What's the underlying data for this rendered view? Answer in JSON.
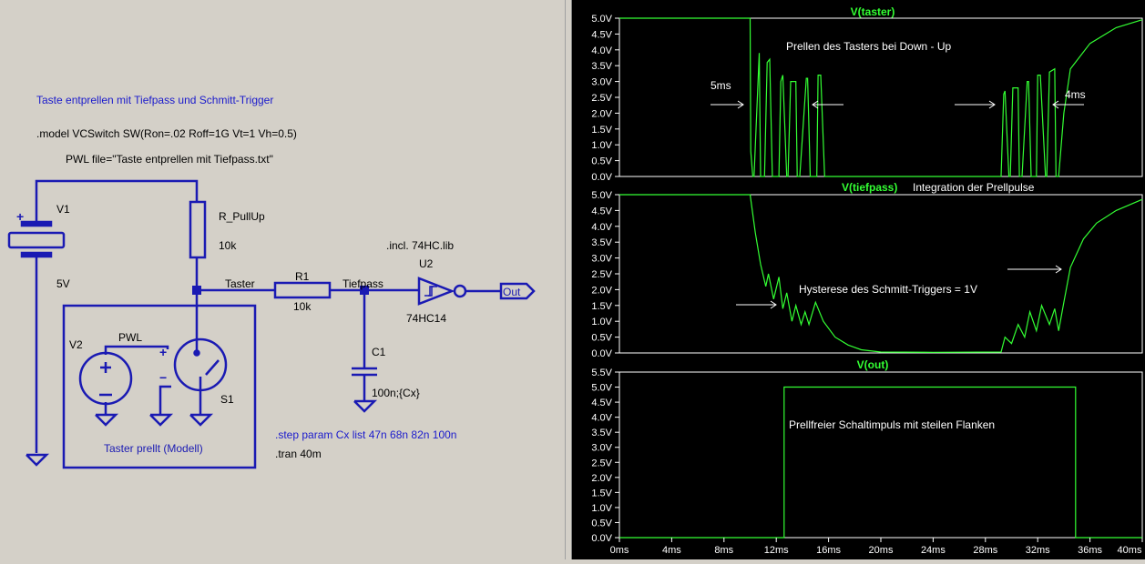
{
  "colors": {
    "schematic_bg": "#d4d0c8",
    "wire": "#1a1ab3",
    "label_text": "#000000",
    "comment_text": "#1a1acc",
    "plot_bg": "#000000",
    "trace": "#33ff33",
    "axis_text": "#ffffff"
  },
  "schematic": {
    "title_comment": "Taste entprellen mit Tiefpass und Schmitt-Trigger",
    "model_directive": ".model VCSwitch SW(Ron=.02 Roff=1G Vt=1 Vh=0.5)",
    "pwl_directive": "PWL file=\"Taste entprellen mit Tiefpass.txt\"",
    "incl_directive": ".incl. 74HC.lib",
    "step_directive": ".step param Cx list 47n 68n 82n 100n",
    "tran_directive": ".tran 40m",
    "V1": {
      "name": "V1",
      "value": "5V"
    },
    "R_PullUp": {
      "name": "R_PullUp",
      "value": "10k"
    },
    "R1": {
      "name": "R1",
      "value": "10k"
    },
    "C1": {
      "name": "C1",
      "value": "100n;{Cx}"
    },
    "U2": {
      "name": "U2",
      "value": "74HC14"
    },
    "V2": {
      "name": "V2",
      "value": "PWL"
    },
    "S1": {
      "name": "S1"
    },
    "net_taster": "Taster",
    "net_tiefpass": "Tiefpass",
    "port_out": "Out",
    "model_box_label": "Taster prellt (Modell)",
    "plus_sign": "+",
    "minus_sign": "−"
  },
  "waveforms": {
    "x_ticks": [
      "0ms",
      "4ms",
      "8ms",
      "12ms",
      "16ms",
      "20ms",
      "24ms",
      "28ms",
      "32ms",
      "36ms",
      "40ms"
    ],
    "x_range_ms": [
      0,
      40
    ],
    "panes": [
      {
        "title": "V(taster)",
        "title_extra": "",
        "y_ticks": [
          "5.0V",
          "4.5V",
          "4.0V",
          "3.5V",
          "3.0V",
          "2.5V",
          "2.0V",
          "1.5V",
          "1.0V",
          "0.5V",
          "0.0V"
        ],
        "y_range": [
          0,
          5
        ],
        "annotations": [
          "Prellen des Tasters bei Down - Up",
          "5ms",
          "4ms"
        ]
      },
      {
        "title": "V(tiefpass)",
        "title_extra": "Integration der Prellpulse",
        "y_ticks": [
          "5.0V",
          "4.5V",
          "4.0V",
          "3.5V",
          "3.0V",
          "2.5V",
          "2.0V",
          "1.5V",
          "1.0V",
          "0.5V",
          "0.0V"
        ],
        "y_range": [
          0,
          5
        ],
        "annotations": [
          "Hysterese des Schmitt-Triggers = 1V"
        ]
      },
      {
        "title": "V(out)",
        "title_extra": "",
        "y_ticks": [
          "5.5V",
          "5.0V",
          "4.5V",
          "4.0V",
          "3.5V",
          "3.0V",
          "2.5V",
          "2.0V",
          "1.5V",
          "1.0V",
          "0.5V",
          "0.0V"
        ],
        "y_range": [
          0,
          5.5
        ],
        "annotations": [
          "Prellfreier Schaltimpuls mit steilen Flanken"
        ]
      }
    ]
  },
  "chart_data": [
    {
      "type": "line",
      "title": "V(taster)",
      "xlabel": "",
      "ylabel": "",
      "xlim": [
        0,
        40
      ],
      "ylim": [
        0,
        5
      ],
      "series": [
        {
          "name": "V(taster)",
          "x": [
            0,
            10,
            10.05,
            10.2,
            10.3,
            10.7,
            10.8,
            11.1,
            11.3,
            11.5,
            11.7,
            12.2,
            12.35,
            12.5,
            12.8,
            12.9,
            13.1,
            13.5,
            13.6,
            13.8,
            14.3,
            14.4,
            14.6,
            15.1,
            15.2,
            15.4,
            15.7,
            16,
            29.2,
            29.4,
            29.5,
            29.8,
            29.9,
            30.1,
            30.5,
            30.6,
            30.8,
            31.2,
            31.3,
            31.5,
            31.9,
            32,
            32.2,
            32.6,
            32.7,
            32.9,
            33.3,
            33.4,
            33.6,
            34,
            34.5,
            36,
            38,
            40
          ],
          "y": [
            5,
            5,
            0.8,
            0,
            0,
            3.9,
            0,
            0,
            3.6,
            3.7,
            0,
            0,
            3.0,
            3.2,
            0,
            0,
            3.0,
            3.0,
            0,
            0,
            3.1,
            3.1,
            0,
            0,
            3.2,
            3.2,
            0,
            0,
            0,
            2.6,
            2.7,
            0,
            0,
            2.8,
            2.8,
            0,
            0,
            3.0,
            3.0,
            0,
            0,
            3.2,
            3.2,
            0,
            0,
            3.3,
            3.4,
            0,
            0,
            2.0,
            3.4,
            4.2,
            4.7,
            4.95
          ]
        }
      ]
    },
    {
      "type": "line",
      "title": "V(tiefpass)",
      "xlabel": "",
      "ylabel": "",
      "xlim": [
        0,
        40
      ],
      "ylim": [
        0,
        5
      ],
      "series": [
        {
          "name": "V(tiefpass)",
          "x": [
            0,
            10,
            10.4,
            10.8,
            11.2,
            11.4,
            11.8,
            12.2,
            12.5,
            12.8,
            13.2,
            13.5,
            13.9,
            14.2,
            14.5,
            15,
            15.6,
            16.5,
            17.5,
            18.5,
            20,
            24,
            29.2,
            29.5,
            30,
            30.5,
            31,
            31.4,
            31.9,
            32.3,
            32.9,
            33.3,
            33.6,
            34,
            34.5,
            35.5,
            36.5,
            38,
            40
          ],
          "y": [
            5,
            5,
            3.8,
            2.8,
            2.1,
            2.5,
            1.7,
            2.4,
            1.4,
            1.9,
            1.0,
            1.5,
            0.9,
            1.3,
            0.9,
            1.6,
            1.0,
            0.5,
            0.25,
            0.1,
            0.03,
            0.02,
            0.03,
            0.5,
            0.3,
            0.9,
            0.5,
            1.3,
            0.7,
            1.5,
            0.9,
            1.4,
            0.7,
            1.6,
            2.7,
            3.6,
            4.1,
            4.5,
            4.85
          ]
        }
      ]
    },
    {
      "type": "line",
      "title": "V(out)",
      "xlabel": "",
      "ylabel": "",
      "xlim": [
        0,
        40
      ],
      "ylim": [
        0,
        5.5
      ],
      "series": [
        {
          "name": "V(out)",
          "x": [
            0,
            12.6,
            12.6,
            34.9,
            34.9,
            40
          ],
          "y": [
            0,
            0,
            5,
            5,
            0,
            0
          ]
        }
      ]
    }
  ]
}
